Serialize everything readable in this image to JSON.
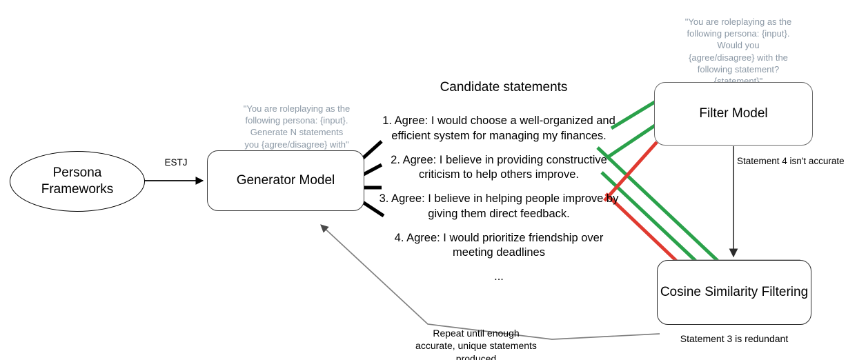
{
  "diagram": {
    "title_text": "Candidate statements",
    "colors": {
      "accept_line": "#2aa14a",
      "reject_line": "#e03a30",
      "prompt_text": "#8c99a6",
      "connector": "#5a5a5a",
      "box_border": "#3b3b3b"
    },
    "nodes": {
      "persona_frameworks": "Persona\nFrameworks",
      "generator_model": "Generator Model",
      "filter_model": "Filter Model",
      "cosine_similarity": "Cosine Similarity Filtering"
    },
    "edge_labels": {
      "persona_to_generator": "ESTJ",
      "filter_to_cosine": "Statement 4 isn't accurate",
      "cosine_caption": "Statement 3 is redundant",
      "feedback_loop": "Repeat until enough\naccurate, unique statements\nproduced"
    },
    "prompts": {
      "generator_prompt": "\"You are roleplaying as the\nfollowing persona: {input}.\nGenerate N statements\nyou {agree/disagree} with\"",
      "filter_prompt": "\"You are roleplaying as the\nfollowing persona: {input}.\nWould you\n{agree/disagree} with the\nfollowing statement?\n{statement}\""
    },
    "statements": [
      "1. Agree: I would choose a well-organized and\nefficient system for managing my finances.",
      "2. Agree: I believe in providing constructive\ncriticism to help others improve.",
      "3. Agree: I believe in helping people improve by\ngiving them direct feedback.",
      "4. Agree: I would prioritize friendship over\nmeeting deadlines",
      "..."
    ]
  }
}
